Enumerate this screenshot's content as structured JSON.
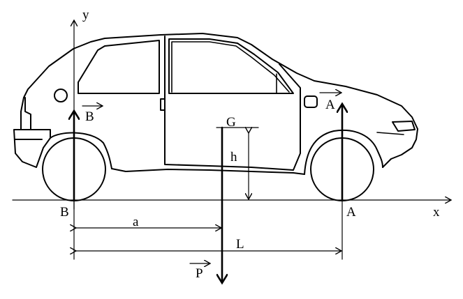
{
  "labels": {
    "y_axis": "y",
    "x_axis": "x",
    "point_b": "B",
    "point_a": "A",
    "force_b": "B",
    "force_a": "A",
    "center_g": "G",
    "height_h": "h",
    "dist_a": "a",
    "dist_l": "L",
    "weight_p": "P"
  }
}
